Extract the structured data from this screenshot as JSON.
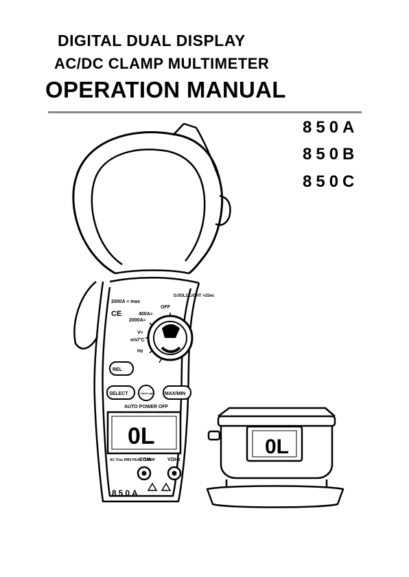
{
  "header": {
    "line1": "DIGITAL DUAL DISPLAY",
    "line2": "AC/DC CLAMP MULTIMETER",
    "title": "OPERATION MANUAL"
  },
  "models": [
    "850A",
    "850B",
    "850C"
  ],
  "meter": {
    "range_top": "2000A ≈ max",
    "light_label": "DJ/DL2 LIGHT >2Sec",
    "ce_mark": "CE",
    "off_label": "OFF",
    "range_400": "400A≈",
    "range_2000": "2000A≈",
    "v_label": "V≈",
    "mv_label": "mV/°C",
    "hz_label": "Hz",
    "rel_button": "REL",
    "select_button": "SELECT",
    "hold_button": "Hold Light",
    "maxmin_button": "MAX/MIN",
    "auto_power_off": "AUTO POWER OFF",
    "display_reading": "0L",
    "jack_left_label": "AC True RMS PEAK CLAMP",
    "com_label": "COM",
    "vohz_label": "VΩHz",
    "model_label": "850A"
  },
  "side_meter": {
    "display_reading": "0L"
  }
}
